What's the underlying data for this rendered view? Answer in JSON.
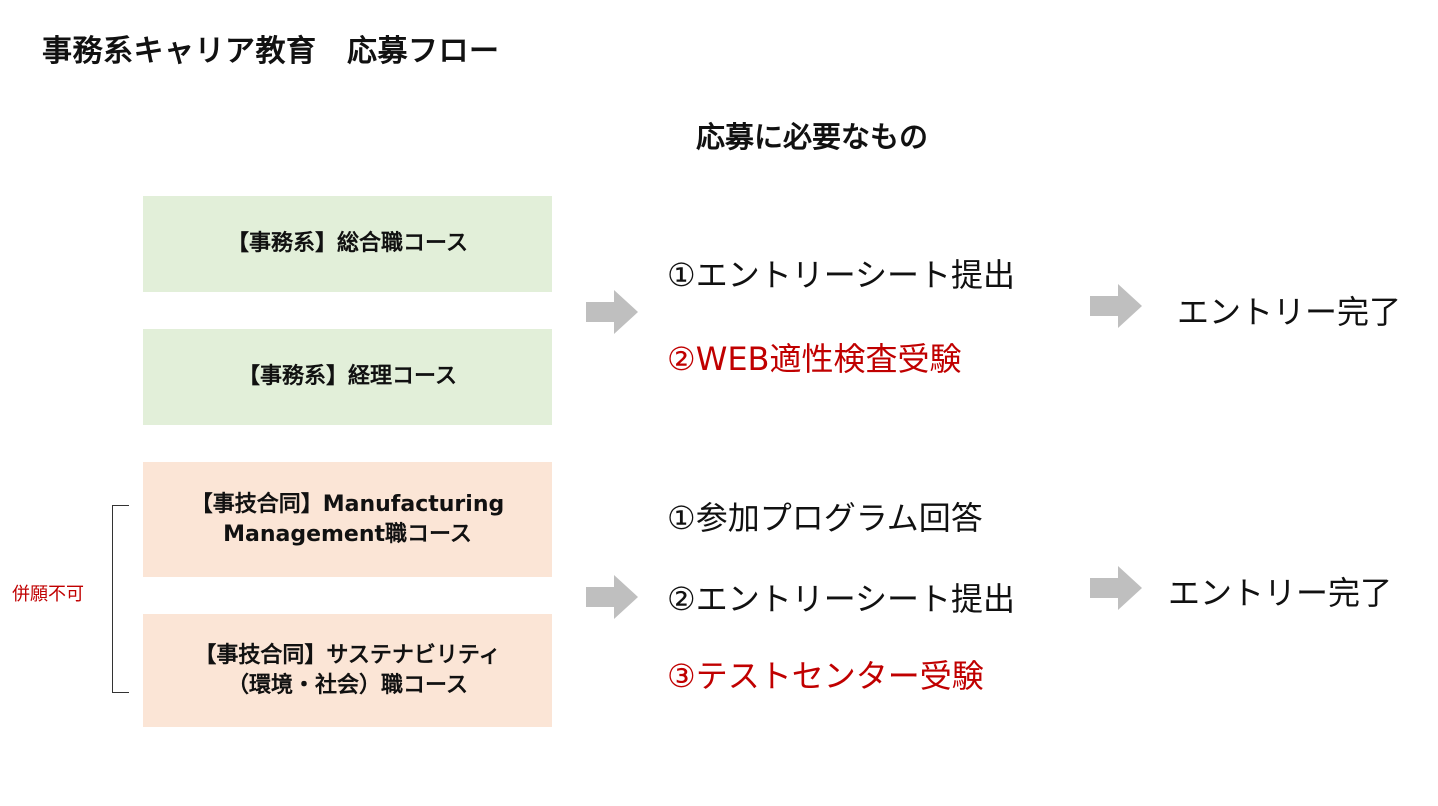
{
  "title": "事務系キャリア教育　応募フロー",
  "requirements_heading": "応募に必要なもの",
  "group_office": {
    "courses": [
      {
        "lines": [
          "【事務系】総合職コース"
        ]
      },
      {
        "lines": [
          "【事務系】経理コース"
        ]
      }
    ],
    "steps": [
      {
        "text": "①エントリーシート提出",
        "highlight": false
      },
      {
        "text": "②WEB適性検査受験",
        "highlight": true
      }
    ],
    "result": "エントリー完了"
  },
  "group_joint": {
    "courses": [
      {
        "lines": [
          "【事技合同】Manufacturing",
          "Management職コース"
        ]
      },
      {
        "lines": [
          "【事技合同】サステナビリティ",
          "（環境・社会）職コース"
        ]
      }
    ],
    "bracket_label": "併願不可",
    "steps": [
      {
        "text": "①参加プログラム回答",
        "highlight": false
      },
      {
        "text": "②エントリーシート提出",
        "highlight": false
      },
      {
        "text": "③テストセンター受験",
        "highlight": true
      }
    ],
    "result": "エントリー完了"
  },
  "colors": {
    "office_box": "#e2efd9",
    "joint_box": "#fbe5d6",
    "highlight_text": "#c00000",
    "arrow": "#bfbfbf"
  }
}
